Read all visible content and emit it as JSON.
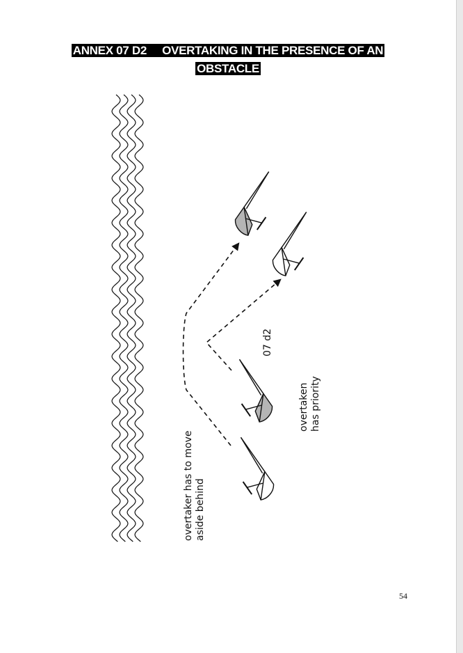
{
  "document": {
    "title_line1": "ANNEX 07 D2     OVERTAKING IN THE PRESENCE OF AN",
    "title_line2": "OBSTACLE",
    "page_number": "54"
  },
  "diagram": {
    "figure_label": "07 d2",
    "label_overtaken": [
      "overtaken",
      "has priority"
    ],
    "label_overtaker": [
      "overtaker has to move",
      "aside behind"
    ],
    "colors": {
      "stroke": "#111111",
      "shaded_hull": "#b5b5b5",
      "plain_hull": "#ffffff"
    }
  }
}
